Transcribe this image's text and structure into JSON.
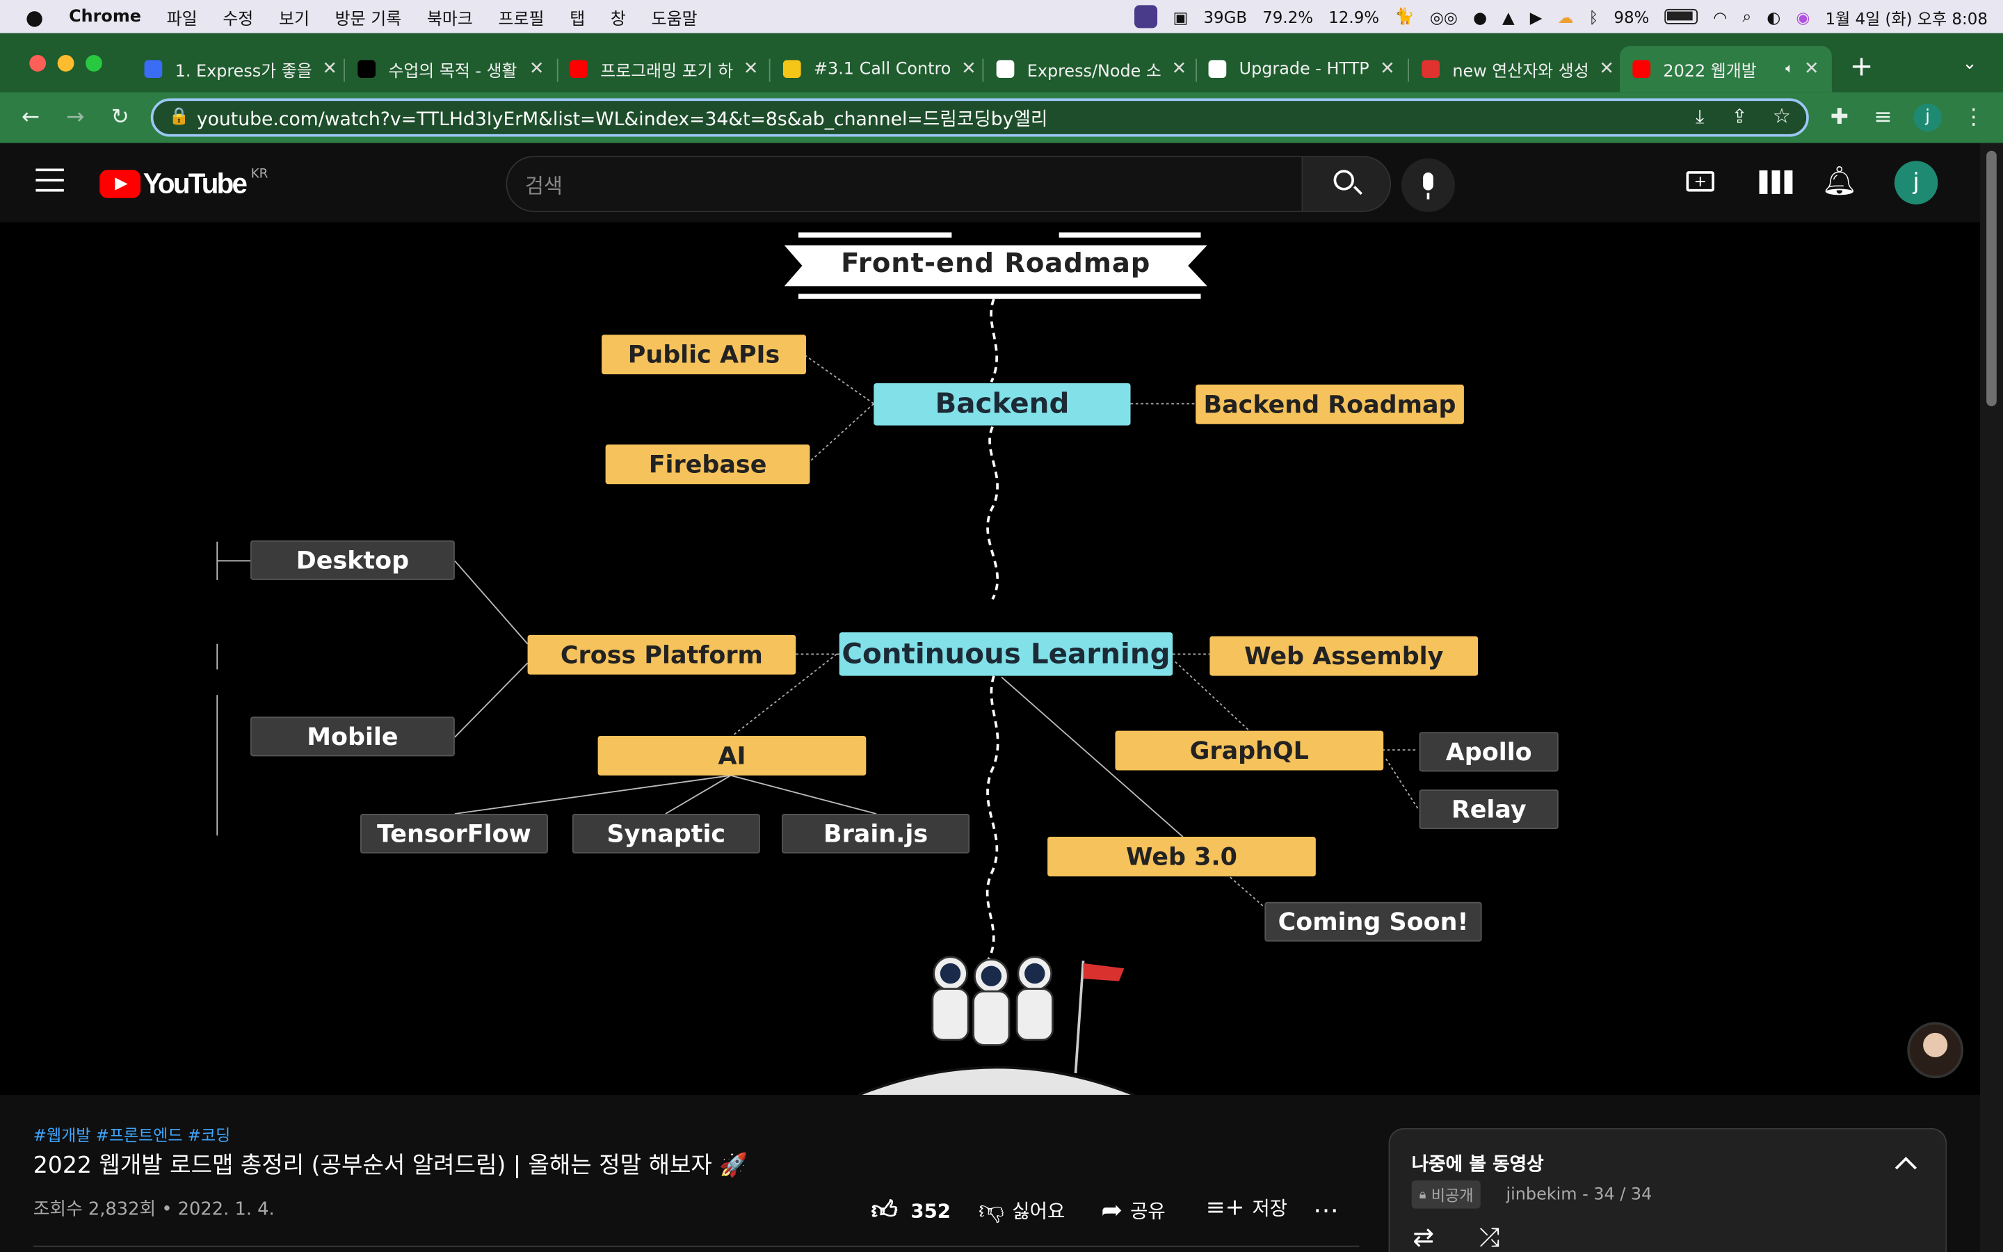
{
  "menubar": {
    "app": "Chrome",
    "items": [
      "파일",
      "수정",
      "보기",
      "방문 기록",
      "북마크",
      "프로필",
      "탭",
      "창",
      "도움말"
    ],
    "status": {
      "disk": "39GB",
      "memory": "79.2%",
      "cpu": "12.9%",
      "battery": "98%",
      "datetime": "1월 4일 (화) 오후 8:08"
    }
  },
  "tabs": [
    {
      "title": "1. Express가 좋을",
      "favicon_color": "#3b6cf6",
      "active": false
    },
    {
      "title": "수업의 목적 - 생활",
      "favicon_color": "#000000",
      "active": false
    },
    {
      "title": "프로그래밍 포기 하",
      "favicon_color": "#ff0000",
      "active": false
    },
    {
      "title": "#3.1 Call Contro",
      "favicon_color": "#f5c518",
      "active": false
    },
    {
      "title": "Express/Node 소",
      "favicon_color": "#ffffff",
      "active": false
    },
    {
      "title": "Upgrade - HTTP",
      "favicon_color": "#ffffff",
      "active": false
    },
    {
      "title": "new 연산자와 생성",
      "favicon_color": "#e0322f",
      "active": false
    },
    {
      "title": "2022 웹개발",
      "favicon_color": "#ff0000",
      "active": true
    }
  ],
  "toolbar": {
    "url": "youtube.com/watch?v=TTLHd3IyErM&list=WL&index=34&t=8s&ab_channel=드림코딩by엘리",
    "profile_initial": "j"
  },
  "youtube": {
    "logo_text": "YouTube",
    "region": "KR",
    "search_placeholder": "검색",
    "avatar_initial": "j",
    "accent": "#ff0000"
  },
  "video": {
    "banner": "Front-end Roadmap",
    "nodes": {
      "public_apis": "Public APIs",
      "backend": "Backend",
      "backend_roadmap": "Backend Roadmap",
      "firebase": "Firebase",
      "desktop": "Desktop",
      "cross_platform": "Cross Platform",
      "continuous_learning": "Continuous Learning",
      "web_assembly": "Web Assembly",
      "mobile": "Mobile",
      "ai": "AI",
      "graphql": "GraphQL",
      "apollo": "Apollo",
      "relay": "Relay",
      "tensorflow": "TensorFlow",
      "synaptic": "Synaptic",
      "brainjs": "Brain.js",
      "web3": "Web 3.0",
      "coming_soon": "Coming Soon!"
    }
  },
  "info": {
    "hashtags": "#웹개발 #프론트엔드 #코딩",
    "title": "2022 웹개발 로드맵 총정리 (공부순서 알려드림) | 올해는 정말 해보자 🚀",
    "views_date": "조회수 2,832회 • 2022. 1. 4.",
    "likes": "352",
    "dislike_label": "싫어요",
    "share_label": "공유",
    "save_label": "저장",
    "more_label": "⋯"
  },
  "playlist": {
    "title": "나중에 볼 동영상",
    "privacy": "비공개",
    "owner_progress": "jinbekim - 34 / 34"
  }
}
